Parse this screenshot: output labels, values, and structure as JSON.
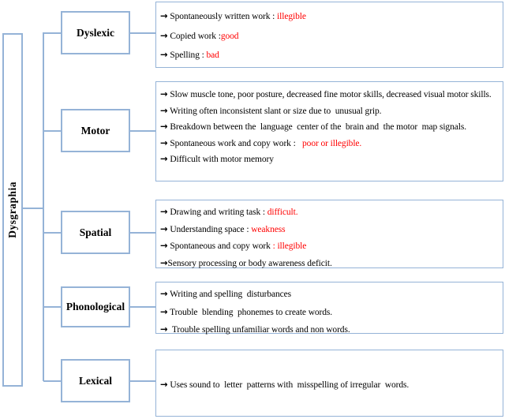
{
  "root": {
    "label": "Dysgraphia"
  },
  "colors": {
    "line": "#95b3d7",
    "highlight": "#ff0000",
    "text": "#000000"
  },
  "icons": {
    "bullet": "→"
  },
  "branches": [
    {
      "label": "Dyslexic",
      "items": [
        {
          "segments": [
            {
              "text": " Spontaneously written work : ",
              "red": false
            },
            {
              "text": "illegible",
              "red": true
            }
          ]
        },
        {
          "segments": [
            {
              "text": " Copied work :",
              "red": false
            },
            {
              "text": "good",
              "red": true
            }
          ]
        },
        {
          "segments": [
            {
              "text": " Spelling : ",
              "red": false
            },
            {
              "text": "bad",
              "red": true
            }
          ]
        }
      ]
    },
    {
      "label": "Motor",
      "items": [
        {
          "segments": [
            {
              "text": " Slow muscle tone, poor posture, decreased fine motor skills, decreased visual motor skills.",
              "red": false
            }
          ]
        },
        {
          "segments": [
            {
              "text": " Writing often inconsistent slant or size due to  unusual grip.",
              "red": false
            }
          ]
        },
        {
          "segments": [
            {
              "text": " Breakdown between the  language  center of the  brain and  the motor  map signals.",
              "red": false
            }
          ]
        },
        {
          "segments": [
            {
              "text": " Spontaneous work and copy work :   ",
              "red": false
            },
            {
              "text": "poor or illegible.",
              "red": true
            }
          ]
        },
        {
          "segments": [
            {
              "text": " Difficult with motor memory",
              "red": false
            }
          ]
        }
      ]
    },
    {
      "label": "Spatial",
      "items": [
        {
          "segments": [
            {
              "text": " Drawing and writing task : ",
              "red": false
            },
            {
              "text": "difficult.",
              "red": true
            }
          ]
        },
        {
          "segments": [
            {
              "text": " Understanding space : ",
              "red": false
            },
            {
              "text": "weakness",
              "red": true
            }
          ]
        },
        {
          "segments": [
            {
              "text": " Spontaneous and copy work ",
              "red": false
            },
            {
              "text": ": illegible",
              "red": true
            }
          ]
        },
        {
          "segments": [
            {
              "text": "Sensory processing or body awareness deficit.",
              "red": false
            }
          ]
        }
      ]
    },
    {
      "label": "Phonological",
      "items": [
        {
          "segments": [
            {
              "text": " Writing and spelling  disturbances",
              "red": false
            }
          ]
        },
        {
          "segments": [
            {
              "text": " Trouble  blending  phonemes to create words.",
              "red": false
            }
          ]
        },
        {
          "segments": [
            {
              "text": "  Trouble spelling unfamiliar words and non words.",
              "red": false
            }
          ]
        }
      ]
    },
    {
      "label": "Lexical",
      "items": [
        {
          "segments": [
            {
              "text": " Uses sound to  letter  patterns with  misspelling of irregular  words.",
              "red": false
            }
          ]
        }
      ]
    }
  ]
}
